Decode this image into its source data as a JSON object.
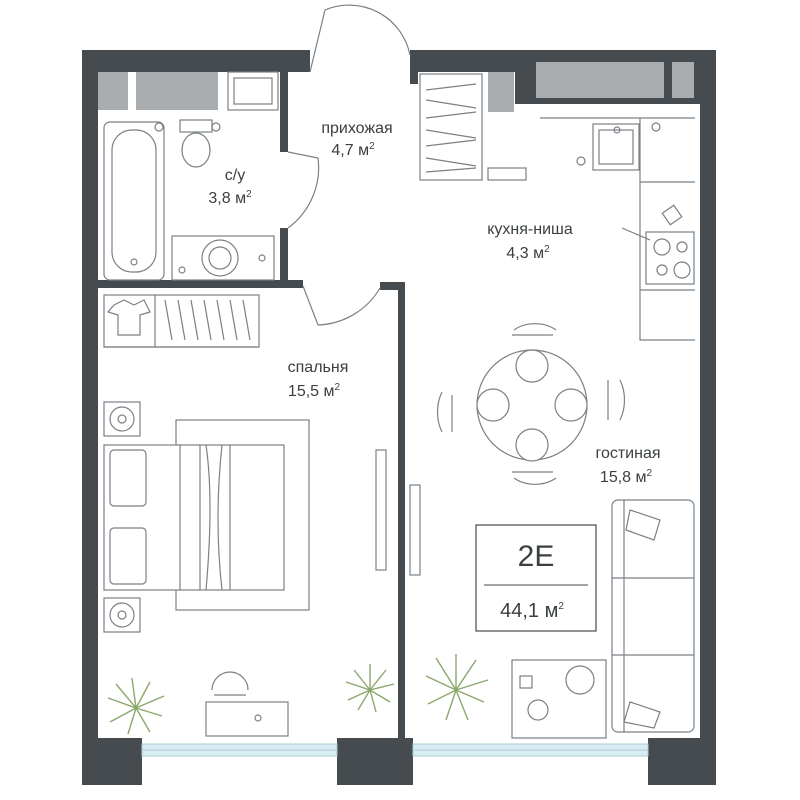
{
  "rooms": {
    "hallway": {
      "name": "прихожая",
      "area": "4,7 м",
      "unit_sup": "2"
    },
    "bathroom": {
      "name": "с/у",
      "area": "3,8 м",
      "unit_sup": "2"
    },
    "kitchen": {
      "name": "кухня-ниша",
      "area": "4,3 м",
      "unit_sup": "2"
    },
    "bedroom": {
      "name": "спальня",
      "area": "15,5 м",
      "unit_sup": "2"
    },
    "living": {
      "name": "гостиная",
      "area": "15,8 м",
      "unit_sup": "2"
    }
  },
  "unit": {
    "code": "2E",
    "total_area": "44,1 м",
    "unit_sup": "2"
  },
  "colors": {
    "wall": "#464b4f",
    "window": "#a9adb0",
    "glass": "#d9eef3",
    "furniture": "#7a8085",
    "plant": "#8aa86d",
    "text": "#3a3f42"
  }
}
